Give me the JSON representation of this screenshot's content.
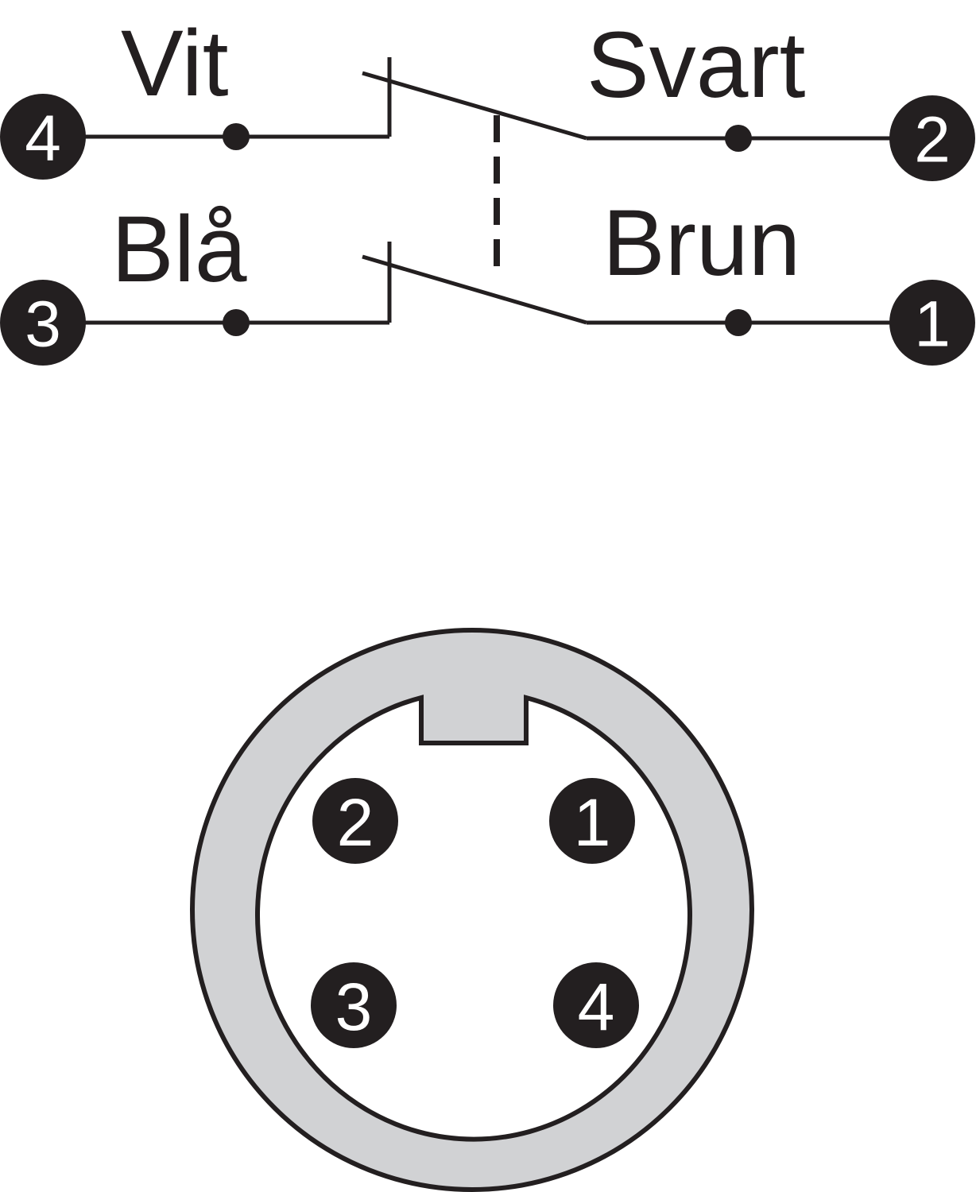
{
  "schematic": {
    "labels": {
      "top_left": "Vit",
      "top_right": "Svart",
      "bottom_left": "Blå",
      "bottom_right": "Brun"
    },
    "terminals": {
      "top_left": "4",
      "top_right": "2",
      "bottom_left": "3",
      "bottom_right": "1"
    }
  },
  "connector": {
    "pins": {
      "upper_left": "2",
      "upper_right": "1",
      "lower_left": "3",
      "lower_right": "4"
    }
  },
  "colors": {
    "ink": "#231f20",
    "ring_fill": "#d1d2d4",
    "background": "#ffffff"
  }
}
